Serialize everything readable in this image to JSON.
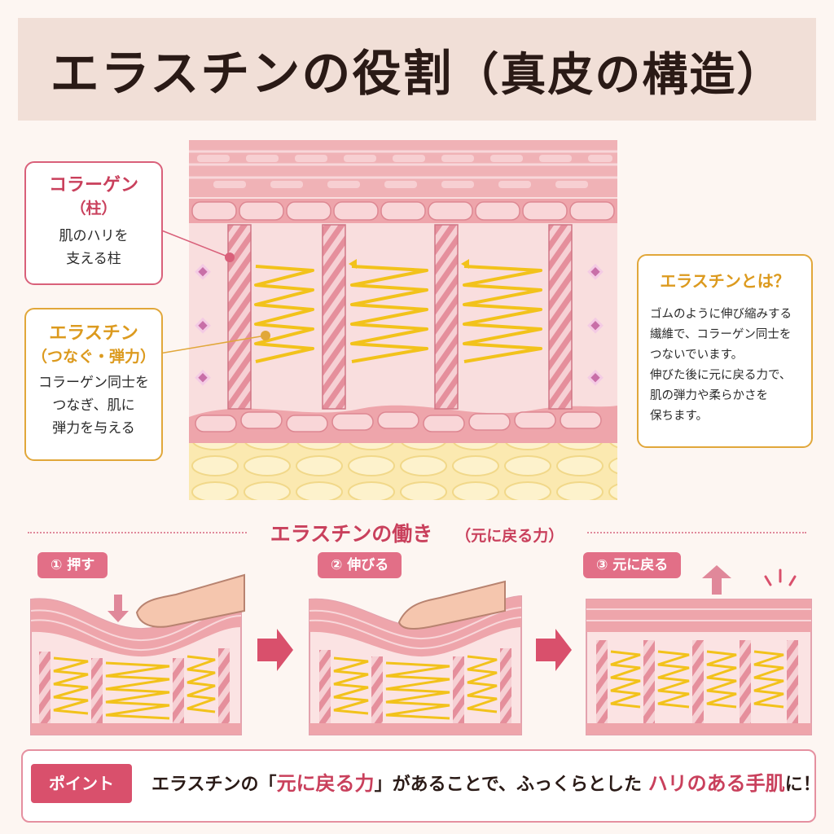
{
  "title": {
    "main": "エラスチンの役割",
    "paren": "（真皮の構造）"
  },
  "collagen_callout": {
    "title": "コラーゲン",
    "sub": "（柱）",
    "line1": "肌のハリを",
    "line2": "支える柱"
  },
  "elastin_callout": {
    "title": "エラスチン",
    "sub": "（つなぐ・弾力）",
    "line1": "コラーゲン同士を",
    "line2": "つなぎ、肌に",
    "line3": "弾力を与える"
  },
  "info_box": {
    "title": "エラスチンとは？",
    "lines": [
      "ゴムのように伸び縮みする",
      "繊維で、コラーゲン同士を",
      "つないでいます。",
      "伸びた後に元に戻る力で、",
      "肌の弾力や柔らかさを",
      "保ちます。"
    ]
  },
  "section": {
    "title": "エラスチンの働き",
    "sub": "（元に戻る力）"
  },
  "steps": [
    {
      "label": "① 押す"
    },
    {
      "label": "② 伸びる"
    },
    {
      "label": "③ 元に戻る"
    }
  ],
  "point": {
    "label": "ポイント",
    "pre": "エラスチンの「",
    "hl1": "元に戻る力",
    "mid": "」があることで、ふっくらとした ",
    "hl2": "ハリのある手肌",
    "post": "に！"
  },
  "colors": {
    "accent": "#c9405c",
    "gold": "#dc9a1e",
    "skin": "#f3c4c4",
    "fat": "#fbe9b0",
    "elastin": "#f2c21b"
  },
  "icons": [
    "finger-icon",
    "arrow-down-icon",
    "arrow-right-icon",
    "arrow-up-icon",
    "sparkle-icon"
  ]
}
